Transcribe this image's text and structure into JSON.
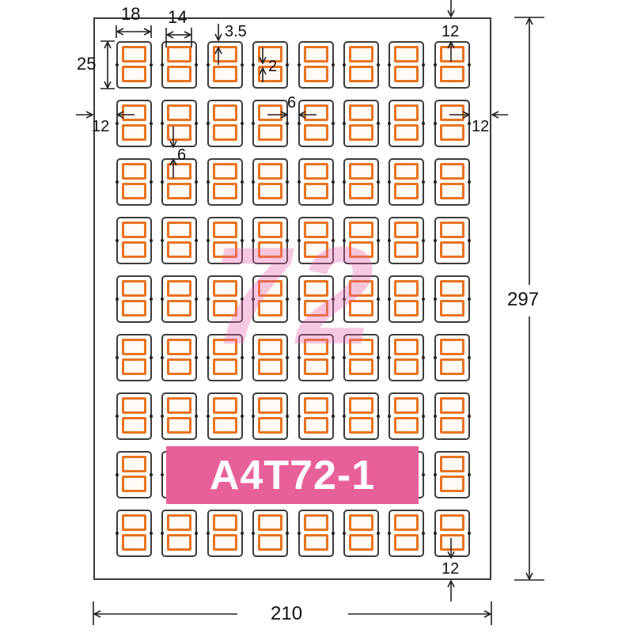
{
  "diagram": {
    "title": "A4T72-1",
    "watermark": "72",
    "labels_count": 72,
    "grid": {
      "columns": 8,
      "rows": 9
    },
    "colors": {
      "label_outline": "#3c3c3c",
      "label_inner": "#e8731f",
      "banner": "#e8609a",
      "watermark": "#e860aa"
    },
    "dimensions": {
      "sheet_width": "210",
      "sheet_height": "297",
      "label_width": "18",
      "inner_width": "14",
      "inner_top_offset": "3.5",
      "inner_gap": "2",
      "label_height": "25",
      "margin_left": "12",
      "margin_right": "12",
      "margin_top": "12",
      "margin_bottom": "12",
      "column_gap": "6",
      "row_gap": "6"
    },
    "units": "mm"
  }
}
